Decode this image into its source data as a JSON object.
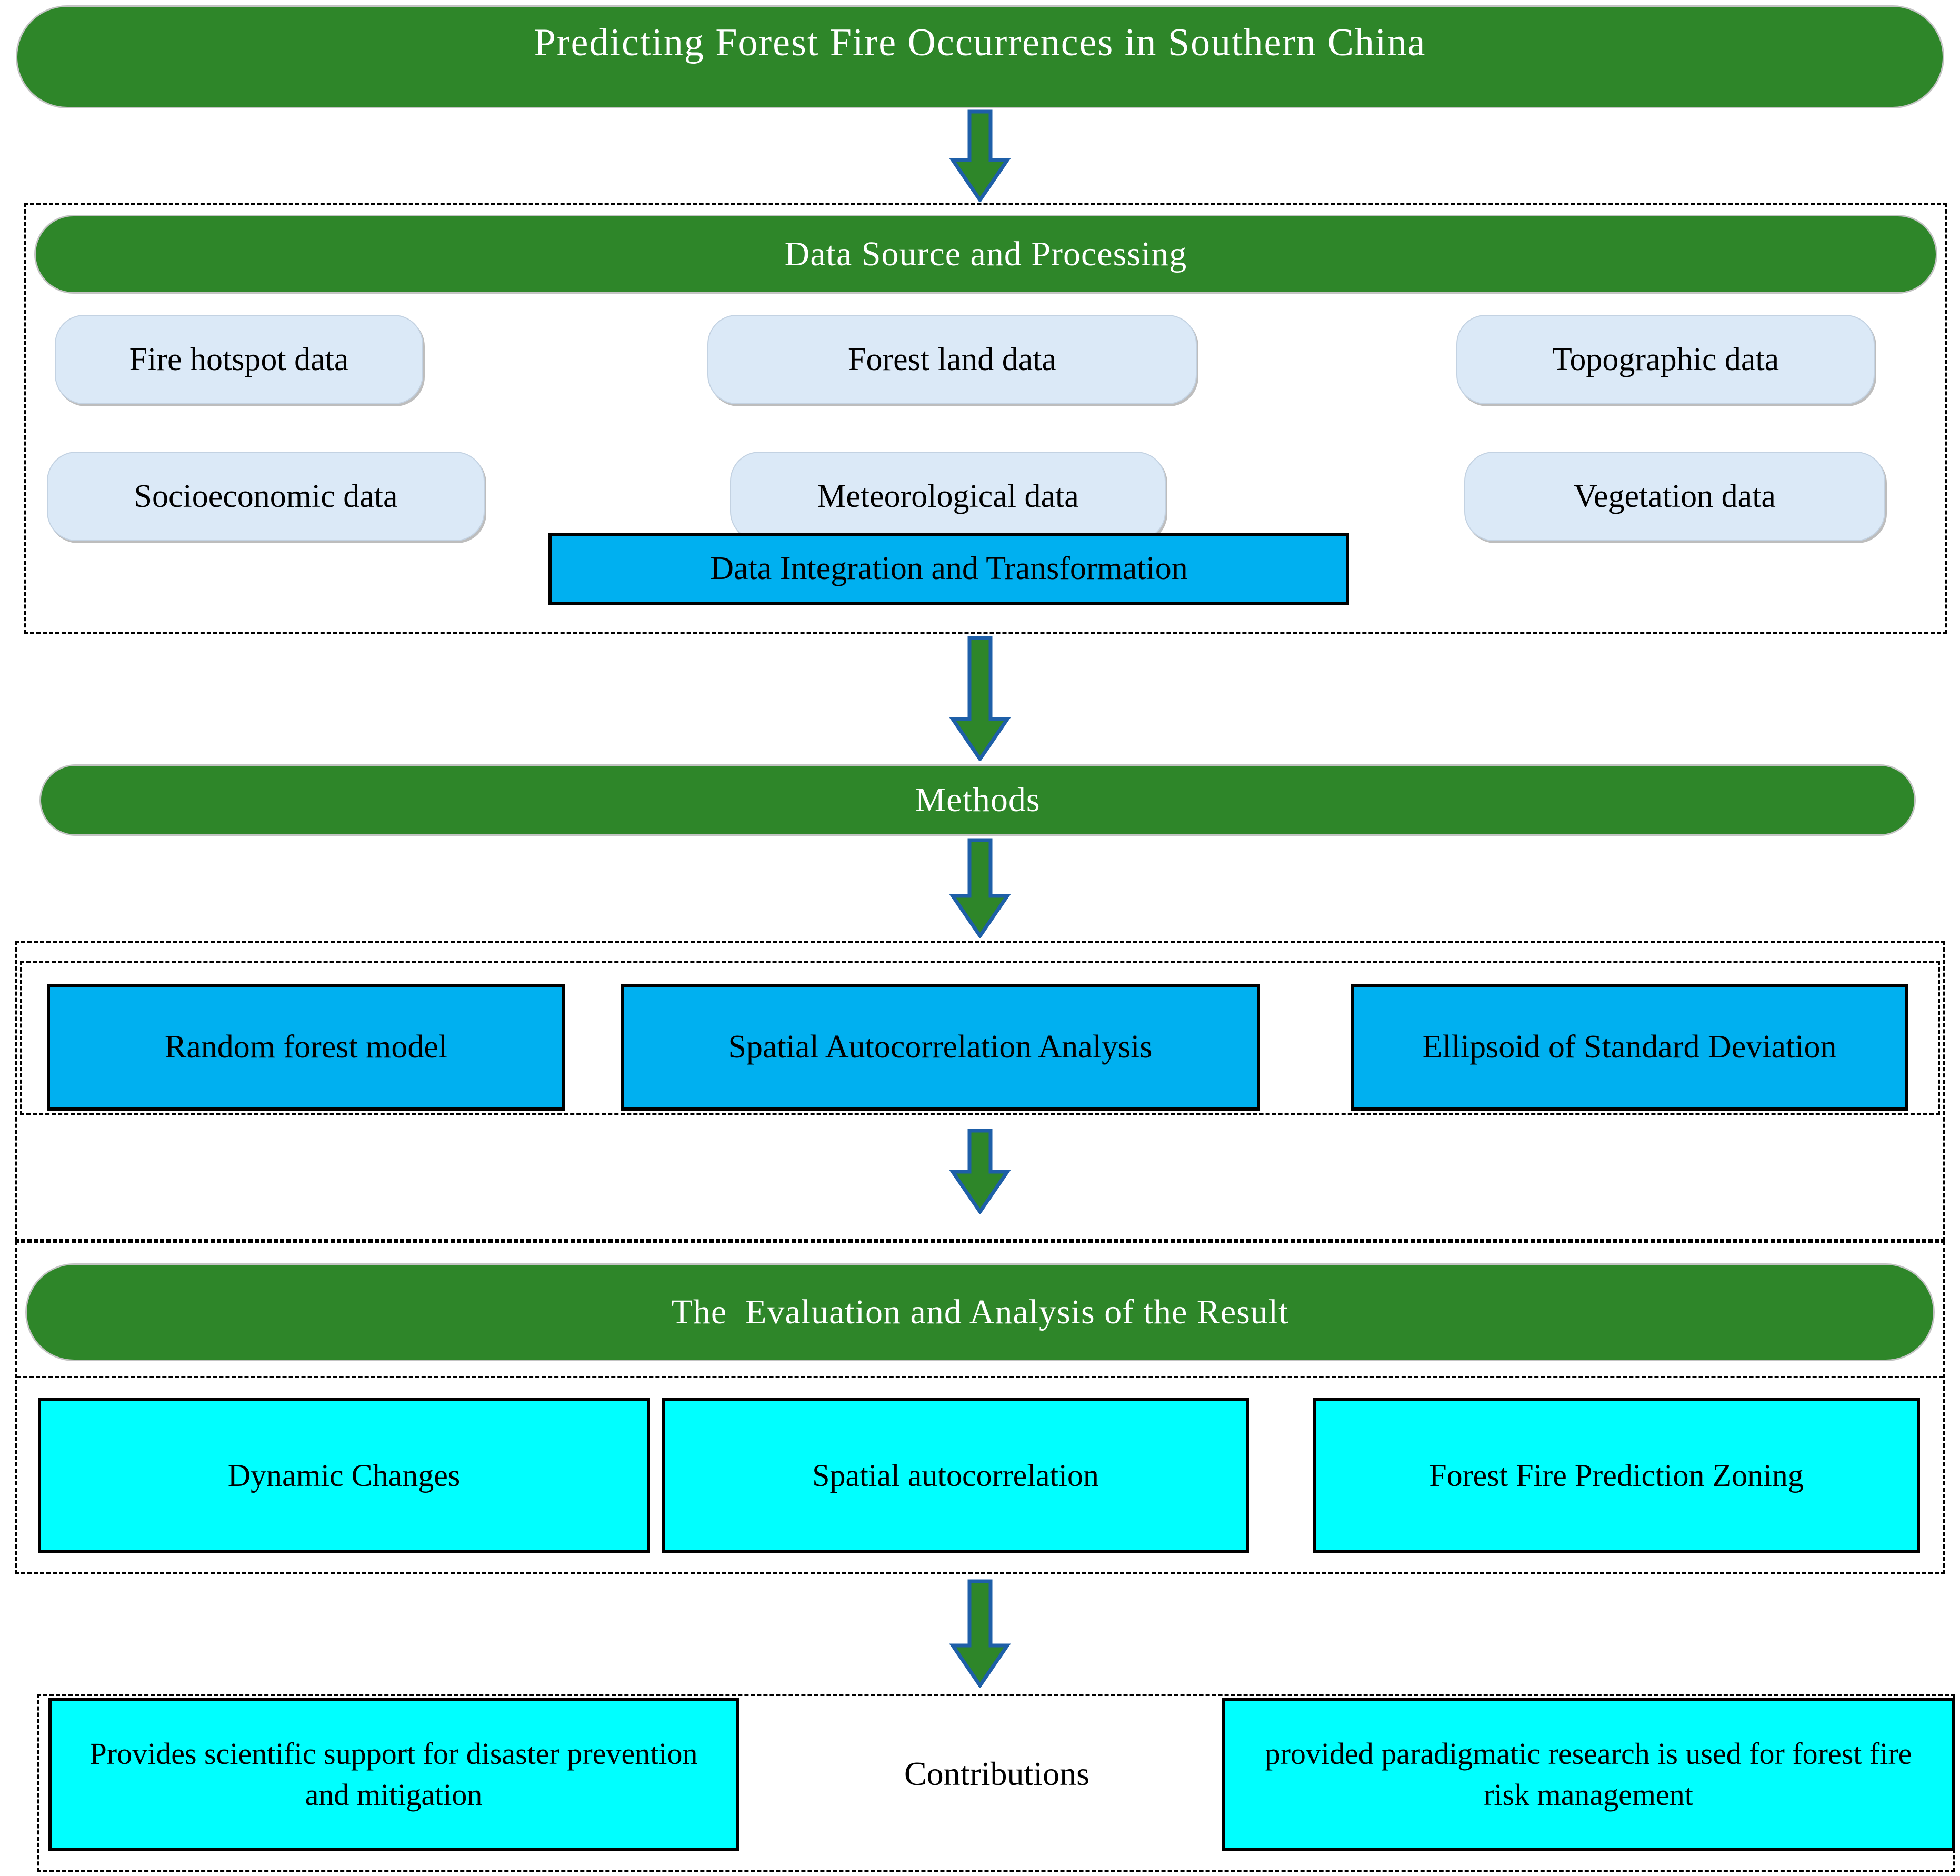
{
  "title_banner": {
    "label": "Predicting Forest Fire Occurrences in Southern China"
  },
  "data_section": {
    "banner": "Data Source and Processing",
    "pills": [
      {
        "label": "Fire hotspot data"
      },
      {
        "label": "Forest land data"
      },
      {
        "label": "Topographic data"
      },
      {
        "label": "Socioeconomic data"
      },
      {
        "label": "Meteorological data"
      },
      {
        "label": "Vegetation data"
      }
    ],
    "integration_box": "Data Integration and Transformation"
  },
  "methods_section": {
    "banner": "Methods",
    "boxes": [
      {
        "label": "Random forest model"
      },
      {
        "label": "Spatial Autocorrelation Analysis"
      },
      {
        "label": "Ellipsoid of Standard Deviation"
      }
    ]
  },
  "evaluation_section": {
    "banner": "The  Evaluation and Analysis of the Result",
    "boxes": [
      {
        "label": "Dynamic Changes"
      },
      {
        "label": "Spatial autocorrelation"
      },
      {
        "label": "Forest Fire Prediction Zoning"
      }
    ]
  },
  "contributions_section": {
    "label": "Contributions",
    "left_box": "Provides scientific support for disaster prevention and mitigation",
    "right_box": "provided paradigmatic research is used for forest fire risk management"
  },
  "colors": {
    "banner_green": "#2e8629",
    "process_blue": "#00b0f0",
    "result_cyan": "#00ffff",
    "pill_light_blue": "#dbe9f7",
    "arrow_fill_green": "#2e8629",
    "arrow_outline_blue": "#1e5fa8",
    "dashed_border": "#000000",
    "banner_text": "#ffffff",
    "body_text": "#000000"
  }
}
